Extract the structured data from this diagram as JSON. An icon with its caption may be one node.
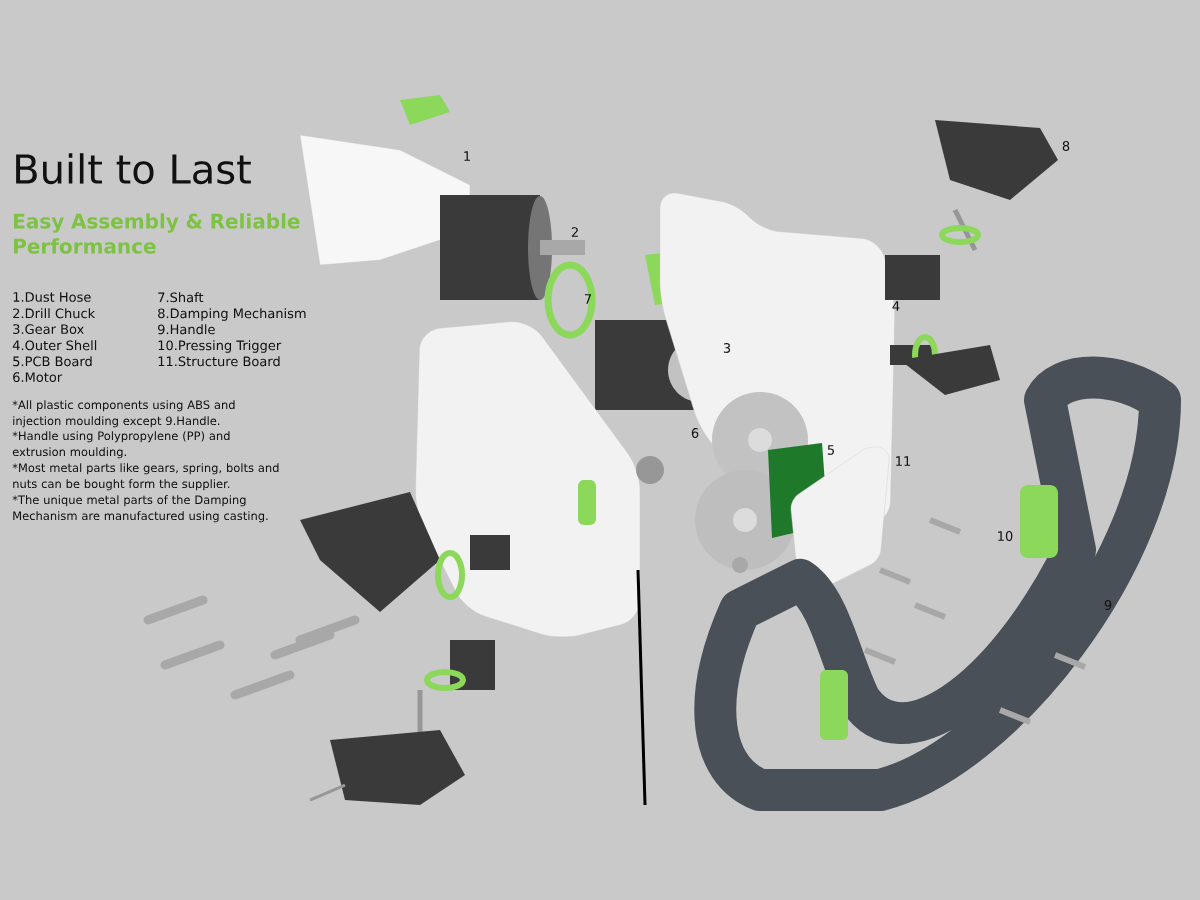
{
  "diagram": {
    "title": "Built to Last",
    "labels": [
      "Easy Assembly & Reliable Performance",
      "1.Dust Hose",
      "7.Shaft",
      "2.Drill Chuck",
      "8.Damping Mechanism",
      "3.Gear Box",
      "9.Handle",
      "4.Outer Shell",
      "10.Pressing Trigger",
      "5.PCB Board",
      "11.Structure Board",
      "6.Motor",
      "*All plastic components using ABS and injection moulding except 9.Handle.",
      "*Handle using Polypropylene (PP) and extrusion moulding.",
      "*Most metal parts like gears, spring, bolts and nuts can be bought form the supplier.",
      "*The unique metal parts of the Damping Mechanism are manufactured using casting.",
      "1",
      "2",
      "3",
      "4",
      "5",
      "6",
      "7",
      "8",
      "9",
      "10",
      "11"
    ]
  }
}
